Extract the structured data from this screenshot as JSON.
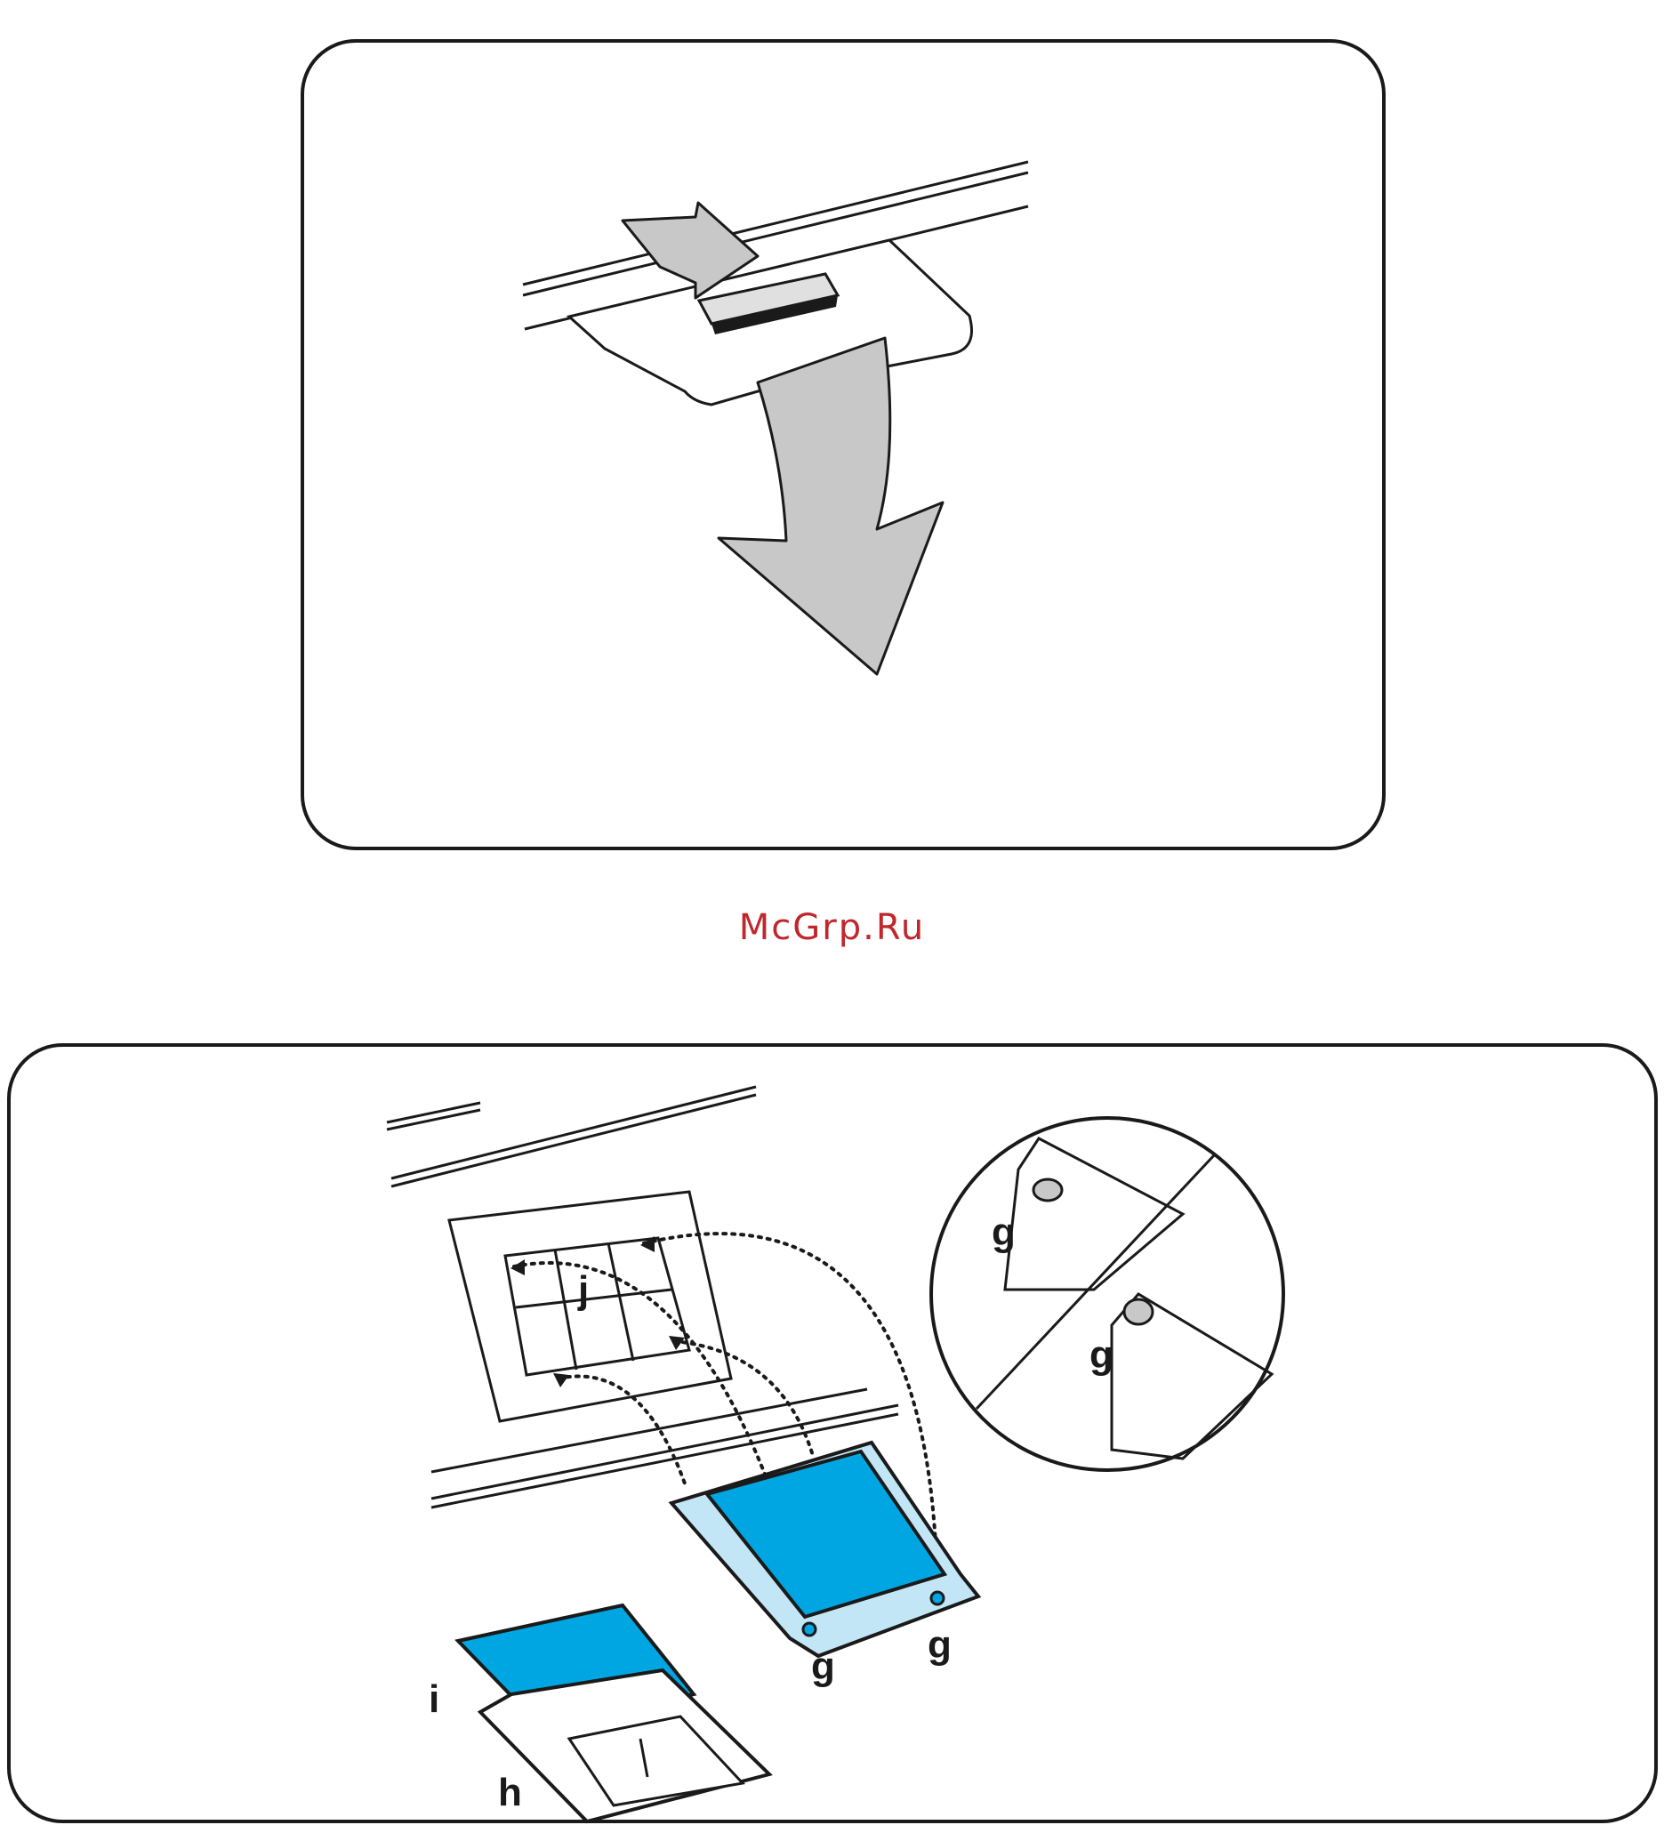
{
  "watermark": {
    "text": "McGrp.Ru",
    "color": "#c0272d"
  },
  "step1": {
    "icons": [
      "press-arrow-icon",
      "pull-down-arrow-icon"
    ],
    "colors": {
      "arrow_fill": "#c8c8c8",
      "outline": "#1a1a1a"
    }
  },
  "step2": {
    "labels": {
      "filter_mat": "i",
      "filter_frame": "h",
      "grease_filter": "j",
      "clip_left": "g",
      "clip_right": "g",
      "zoom_clip_top": "g",
      "zoom_clip_bottom": "g"
    },
    "colors": {
      "filter_blue": "#00a6e2",
      "filter_light_blue": "#c3e6f6",
      "outline": "#1a1a1a"
    }
  }
}
